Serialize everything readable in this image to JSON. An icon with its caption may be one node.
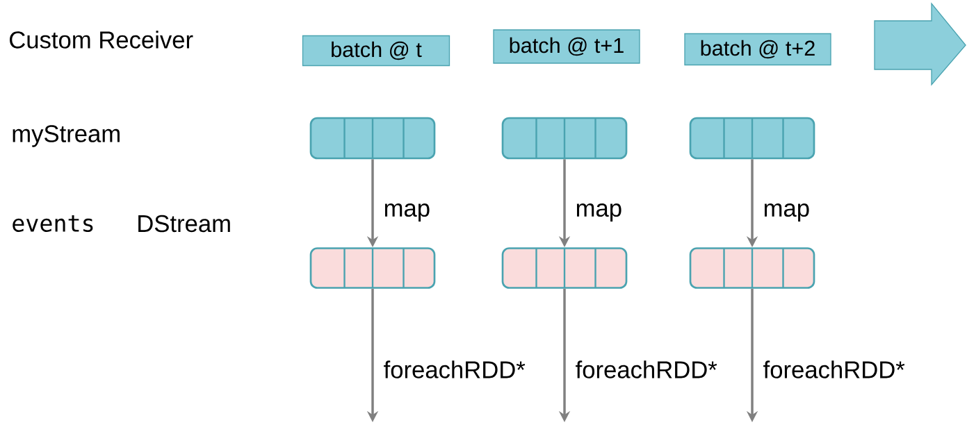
{
  "diagram": {
    "nodes": [
      {
        "text": [
          "batch @ t"
        ]
      },
      {
        "text": [
          "batch @ t+1"
        ]
      },
      {
        "text": [
          "batch @ t+2"
        ]
      },
      {
        "text": [],
        "shape": "box"
      },
      {
        "text": [],
        "shape": "box"
      },
      {
        "text": [],
        "shape": "box"
      },
      {
        "text": [],
        "shape": "box"
      },
      {
        "text": [],
        "shape": "box"
      },
      {
        "text": [],
        "shape": "box"
      }
    ],
    "edges": [
      {
        "from": 3,
        "to": 6,
        "arrow": "to",
        "label": "map"
      },
      {
        "from": 4,
        "to": 7,
        "arrow": "to",
        "label": "map"
      },
      {
        "from": 5,
        "to": 8,
        "arrow": "to",
        "label": "map"
      },
      {
        "from": 6,
        "to": null,
        "arrow": "to",
        "label": "foreachRDD*"
      },
      {
        "from": 7,
        "to": null,
        "arrow": "to",
        "label": "foreachRDD*"
      },
      {
        "from": 8,
        "to": null,
        "arrow": "to",
        "label": "foreachRDD*"
      }
    ],
    "labels": [
      "Custom Receiver",
      "myStream",
      "events",
      "DStream"
    ]
  }
}
